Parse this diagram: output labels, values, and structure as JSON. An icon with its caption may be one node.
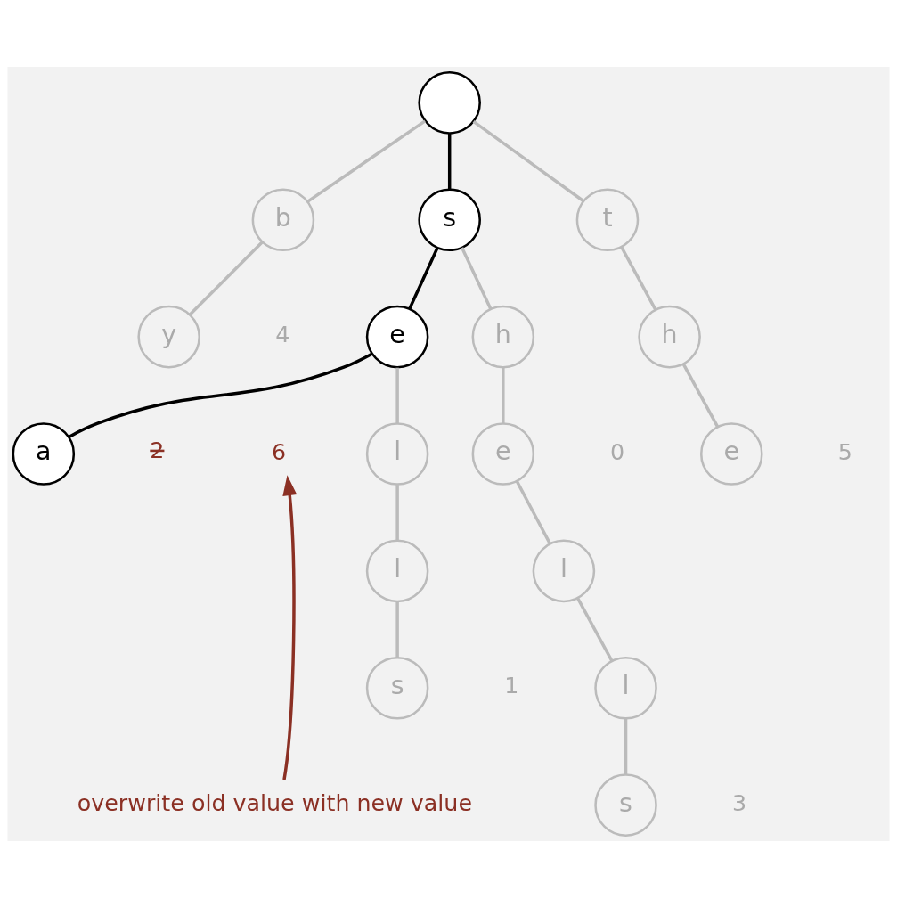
{
  "diagram": {
    "nodes": [
      {
        "text": [],
        "shape": "circle"
      },
      {
        "text": [
          "b"
        ]
      },
      {
        "text": [
          "s"
        ]
      },
      {
        "text": [
          "t"
        ]
      },
      {
        "text": [
          "y"
        ],
        "beside": [
          "4"
        ]
      },
      {
        "text": [
          "e"
        ]
      },
      {
        "text": [
          "h"
        ]
      },
      {
        "text": [
          "h"
        ]
      },
      {
        "text": [
          "a"
        ],
        "beside": [
          "2"
        ]
      },
      {
        "text": [
          "6"
        ]
      },
      {
        "text": [
          "l"
        ]
      },
      {
        "text": [
          "e"
        ],
        "beside": [
          "0"
        ]
      },
      {
        "text": [
          "e"
        ],
        "beside": [
          "5"
        ]
      },
      {
        "text": [
          "l"
        ]
      },
      {
        "text": [
          "l"
        ]
      },
      {
        "text": [
          "s"
        ],
        "beside": [
          "1"
        ]
      },
      {
        "text": [
          "l"
        ]
      },
      {
        "text": [
          "s"
        ],
        "beside": [
          "3"
        ]
      },
      {
        "text": [
          "overwrite old value with new value"
        ]
      }
    ],
    "edges": [
      {
        "from": 0,
        "to": 1,
        "arrow": "none"
      },
      {
        "from": 0,
        "to": 2,
        "arrow": "none",
        "color": "#000000"
      },
      {
        "from": 0,
        "to": 3,
        "arrow": "none"
      },
      {
        "from": 1,
        "to": 4,
        "arrow": "none"
      },
      {
        "from": 2,
        "to": 5,
        "arrow": "none",
        "color": "#000000"
      },
      {
        "from": 2,
        "to": 6,
        "arrow": "none"
      },
      {
        "from": 3,
        "to": 7,
        "arrow": "none"
      },
      {
        "from": 5,
        "to": 8,
        "arrow": "none",
        "color": "#000000"
      },
      {
        "from": 5,
        "to": 10,
        "arrow": "none"
      },
      {
        "from": 6,
        "to": 11,
        "arrow": "none"
      },
      {
        "from": 7,
        "to": 12,
        "arrow": "none"
      },
      {
        "from": 10,
        "to": 13,
        "arrow": "none"
      },
      {
        "from": 11,
        "to": 14,
        "arrow": "none"
      },
      {
        "from": 13,
        "to": 15,
        "arrow": "none"
      },
      {
        "from": 14,
        "to": 16,
        "arrow": "none"
      },
      {
        "from": 16,
        "to": 17,
        "arrow": "none"
      },
      {
        "from": 18,
        "to": 9,
        "arrow": "to",
        "color": "#8b3024"
      }
    ]
  }
}
